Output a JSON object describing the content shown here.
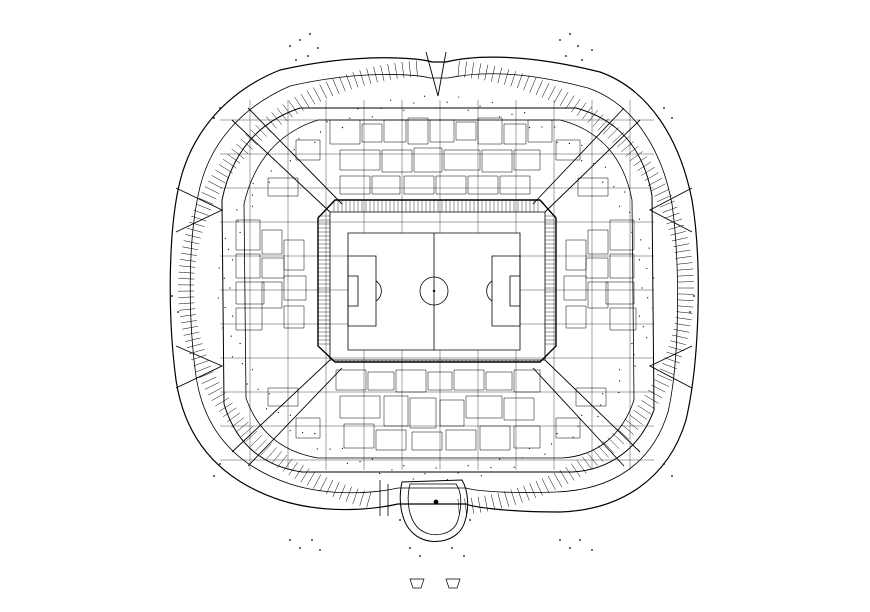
{
  "drawing": {
    "subject": "stadium-floor-plan",
    "background": "#ffffff",
    "line_color": "#000000",
    "elements": [
      "outer-facade-fins",
      "concourse-ring",
      "seating-bowl-rooms",
      "football-pitch",
      "entrance-plaza",
      "parking-markers"
    ]
  },
  "pitch": {
    "has_center_circle": true,
    "has_penalty_areas": true,
    "has_goal_areas": true
  }
}
